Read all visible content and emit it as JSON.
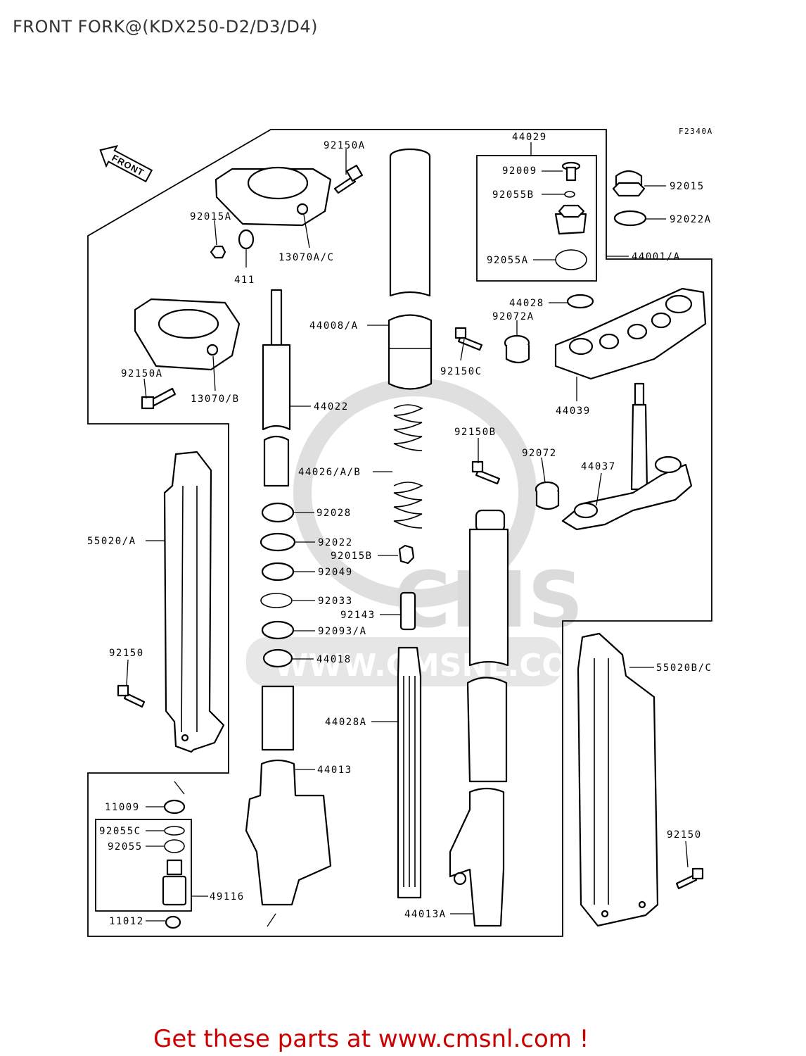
{
  "title": "FRONT FORK@(KDX250-D2/D3/D4)",
  "diagram_code": "F2340A",
  "front_arrow_label": "FRONT",
  "watermark": {
    "brand": "CMS",
    "url": "WWW.CMSNL.COM"
  },
  "promo": "Get these parts at www.cmsnl.com !",
  "part_labels": {
    "p92150A": "92150A",
    "p92015A": "92015A",
    "p411": "411",
    "p13070AC": "13070A/C",
    "p92150A_2": "92150A",
    "p13070B": "13070/B",
    "p44029": "44029",
    "p92009": "92009",
    "p92055B": "92055B",
    "p92055A": "92055A",
    "p92015": "92015",
    "p92022A": "92022A",
    "p44001A": "44001/A",
    "p44008A": "44008/A",
    "p44028": "44028",
    "p92072A": "92072A",
    "p92150C": "92150C",
    "p44039": "44039",
    "p44022": "44022",
    "p92150B": "92150B",
    "p92072": "92072",
    "p44037": "44037",
    "p44026AB": "44026/A/B",
    "p92028": "92028",
    "p55020A": "55020/A",
    "p92022": "92022",
    "p92015B": "92015B",
    "p92049": "92049",
    "p92033": "92033",
    "p92143": "92143",
    "p92093A": "92093/A",
    "p92150": "92150",
    "p44018": "44018",
    "p55020BC": "55020B/C",
    "p44028A": "44028A",
    "p44013": "44013",
    "p11009": "11009",
    "p92055C": "92055C",
    "p92055": "92055",
    "p92150_2": "92150",
    "p49116": "49116",
    "p11012": "11012",
    "p44013A": "44013A"
  }
}
